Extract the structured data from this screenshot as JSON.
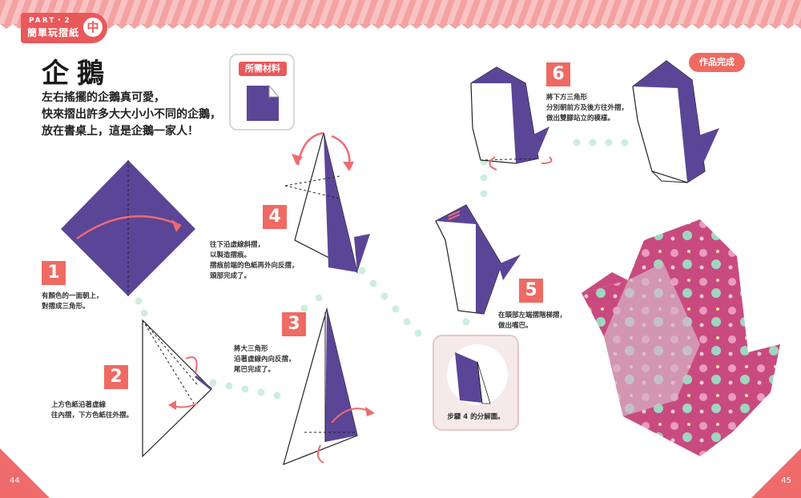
{
  "header": {
    "part_label": "PART・2",
    "section_label": "簡單玩摺紙",
    "level_badge": "中"
  },
  "title": "企鵝",
  "intro": [
    "左右搖擺的企鵝真可愛，",
    "快來摺出許多大大小小不同的企鵝，",
    "放在書桌上，這是企鵝一家人！"
  ],
  "materials": {
    "label": "所需材料"
  },
  "steps": [
    {
      "number": "1",
      "lines": [
        "有顏色的一面朝上，",
        "對摺成三角形。"
      ]
    },
    {
      "number": "2",
      "lines": [
        "上方色紙沿著虛線",
        "往內摺，下方色紙往外摺。"
      ]
    },
    {
      "number": "3",
      "lines": [
        "將大三角形",
        "沿著虛線內向反摺，",
        "尾巴完成了。"
      ]
    },
    {
      "number": "4",
      "lines": [
        "往下沿虛線斜摺，",
        "以製造摺痕。",
        "摺痕前端的色紙再外向反摺，",
        "頭部完成了。"
      ]
    },
    {
      "number": "5",
      "lines": [
        "在頭部左端摺階梯摺，",
        "做出嘴巴。"
      ]
    },
    {
      "number": "6",
      "lines": [
        "將下方三角形",
        "分別朝前方及後方往外摺，",
        "做出雙腳站立的模樣。"
      ]
    }
  ],
  "completed_label": "作品完成",
  "detail_caption": "步驟 4 的分解圖。",
  "page_numbers": {
    "left": "44",
    "right": "45"
  },
  "colors": {
    "accent": "#ee6a63",
    "paper_purple": "#5b4597",
    "dots": "#cdeedd",
    "stripe_pink": "#f6a8a8"
  }
}
